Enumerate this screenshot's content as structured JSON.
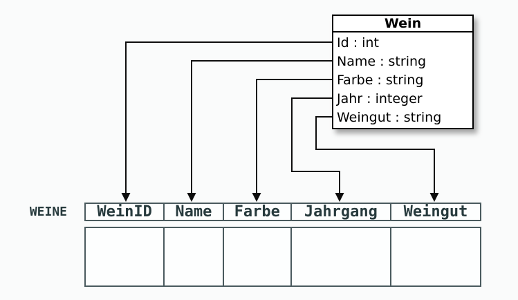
{
  "diagram": {
    "class_box": {
      "title": "Wein",
      "attributes": [
        "Id : int",
        "Name : string",
        "Farbe : string",
        "Jahr : integer",
        "Weingut : string"
      ]
    },
    "table": {
      "label": "WEINE",
      "columns": [
        "WeinID",
        "Name",
        "Farbe",
        "Jahrgang",
        "Weingut"
      ],
      "body_rows": 1
    },
    "connections": [
      {
        "from": "Id",
        "to": "WeinID"
      },
      {
        "from": "Name",
        "to": "Name"
      },
      {
        "from": "Farbe",
        "to": "Farbe"
      },
      {
        "from": "Jahr",
        "to": "Jahrgang"
      },
      {
        "from": "Weingut",
        "to": "Weingut"
      }
    ],
    "colors": {
      "background": "#fafbfb",
      "connector": "#0d0d0d",
      "box_border": "#000000",
      "box_fill": "#ffffff",
      "table_border": "#4a5a5e",
      "table_text": "#273a3d",
      "cell_fill": "#fdfefe"
    }
  }
}
